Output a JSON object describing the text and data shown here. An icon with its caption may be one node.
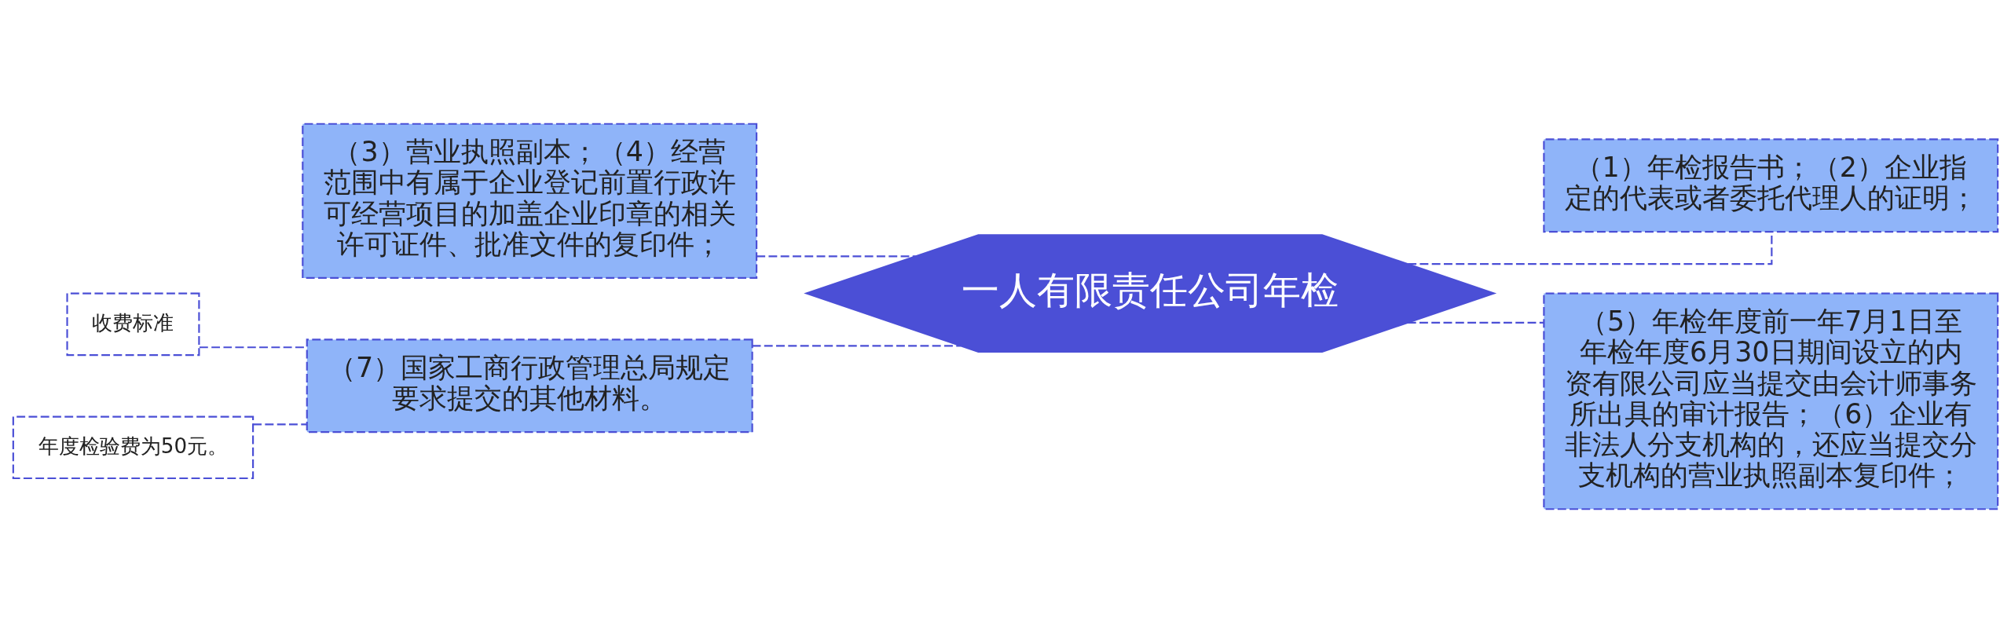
{
  "diagram": {
    "nodes": [
      {
        "text": [
          "一人有限责任公司年检"
        ]
      },
      {
        "text": [
          "（3）营业执照副本；（4）经营范围中有属于企业登记前置行政许可经营项目的加盖企业印章的相关许可证件、批准文件的复印件；"
        ]
      },
      {
        "text": [
          "（7）国家工商行政管理总局规定要求提交的其他材料。"
        ]
      },
      {
        "text": [
          "收费标准"
        ]
      },
      {
        "text": [
          "年度检验费为50元。"
        ]
      },
      {
        "text": [
          "（1）年检报告书；（2）企业指定的代表或者委托代理人的证明；"
        ]
      },
      {
        "text": [
          "（5）年检年度前一年7月1日至年检年度6月30日期间设立的内资有限公司应当提交由会计师事务所出具的审计报告；（6）企业有非法人分支机构的，还应当提交分支机构的营业执照副本复印件；"
        ]
      }
    ],
    "edges": [
      {
        "from": 0,
        "to": 1,
        "arrow": "none",
        "style": "dashed"
      },
      {
        "from": 0,
        "to": 2,
        "arrow": "none",
        "style": "dashed"
      },
      {
        "from": 2,
        "to": 3,
        "arrow": "none",
        "style": "dashed"
      },
      {
        "from": 2,
        "to": 4,
        "arrow": "none",
        "style": "dashed"
      },
      {
        "from": 0,
        "to": 5,
        "arrow": "none",
        "style": "dashed"
      },
      {
        "from": 0,
        "to": 6,
        "arrow": "none",
        "style": "dashed"
      }
    ]
  }
}
